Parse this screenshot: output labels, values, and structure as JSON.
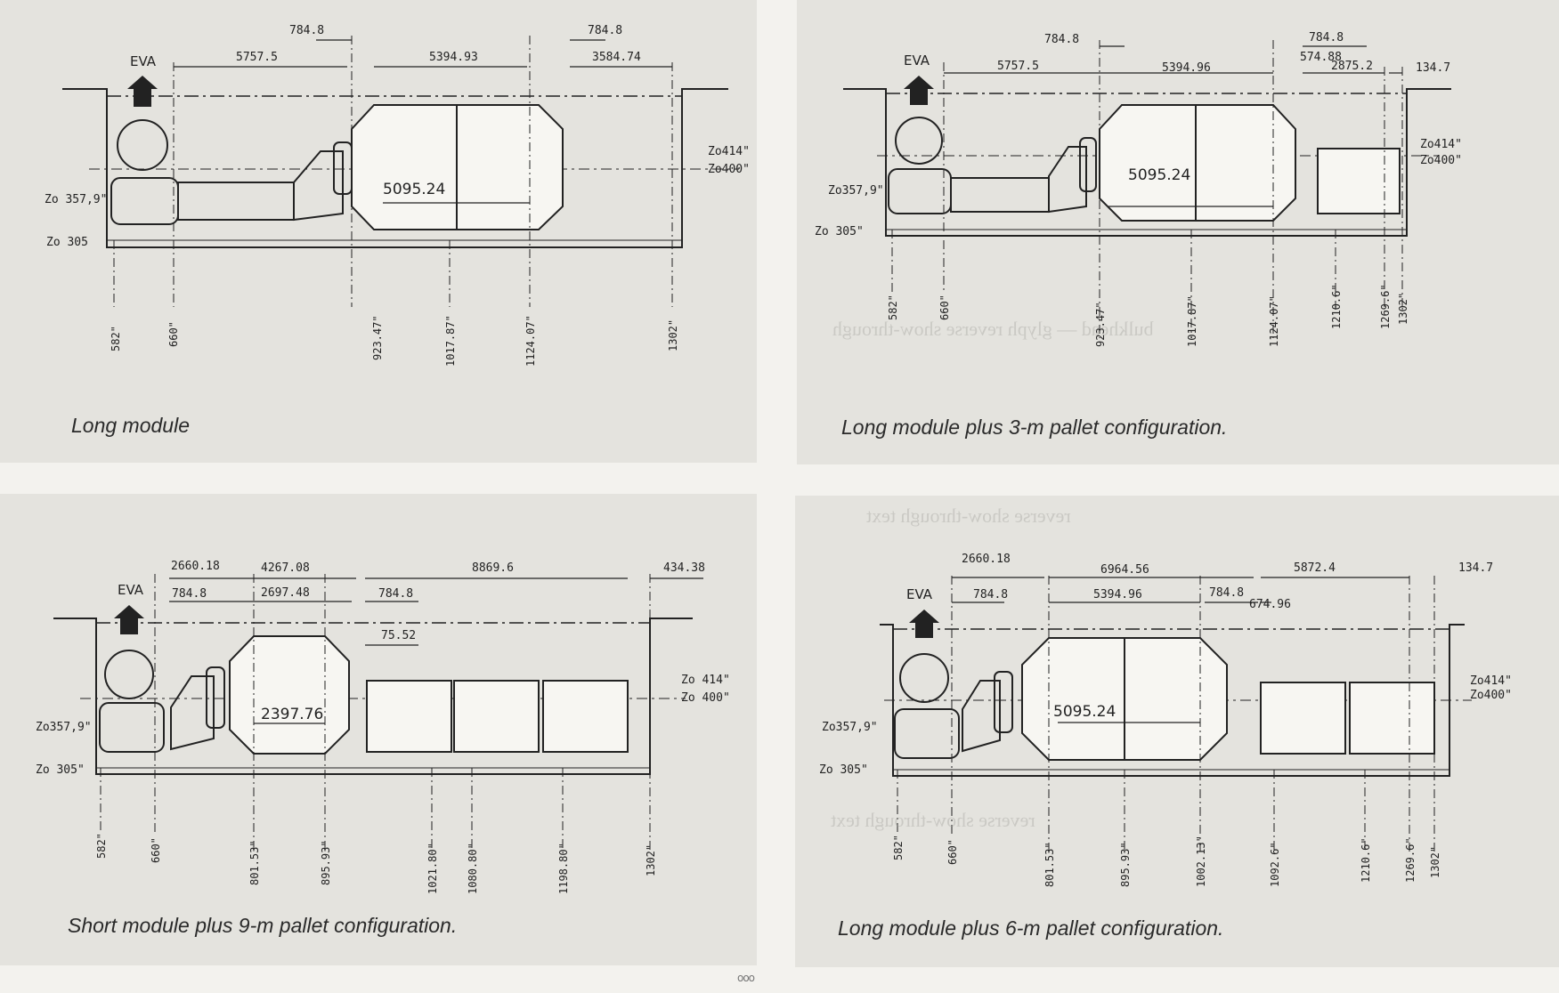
{
  "colors": {
    "panel": "#e4e3de",
    "page": "#f3f2ee",
    "ink": "#222222"
  },
  "panels": {
    "tl": {
      "caption": "Long module",
      "eva": "EVA",
      "top_dims": [
        "784.8",
        "784.8",
        "5757.5",
        "5394.93",
        "3584.74"
      ],
      "volume": "5095.24",
      "z_labels": [
        "Zo414\"",
        "Zo400\"",
        "Zo 357,9\"",
        "Zo 305"
      ],
      "x_stations": [
        "582\"",
        "660\"",
        "923.47\"",
        "1017.87\"",
        "1124.07\"",
        "1302\""
      ]
    },
    "tr": {
      "caption": "Long module plus 3-m pallet configuration.",
      "eva": "EVA",
      "top_dims": [
        "784.8",
        "784.8",
        "574.88",
        "5757.5",
        "5394.96",
        "2875.2",
        "134.7"
      ],
      "volume": "5095.24",
      "z_labels": [
        "Zo414\"",
        "Zo400\"",
        "Zo357,9\"",
        "Zo 305\""
      ],
      "x_stations": [
        "582\"",
        "660\"",
        "923.47\"",
        "1017.87\"",
        "1124.07\"",
        "1210.6\"",
        "1269.6\"",
        "1302\""
      ]
    },
    "bl": {
      "caption": "Short module plus 9-m pallet configuration.",
      "eva": "EVA",
      "top_dims": [
        "2660.18",
        "4267.08",
        "8869.6",
        "434.38",
        "784.8",
        "2697.48",
        "784.8",
        "75.52"
      ],
      "volume": "2397.76",
      "z_labels": [
        "Zo 414\"",
        "Zo 400\"",
        "Zo357,9\"",
        "Zo 305\""
      ],
      "x_stations": [
        "582\"",
        "660\"",
        "801.53\"",
        "895.93\"",
        "1021.80\"",
        "1080.80\"",
        "1198.80\"",
        "1302\""
      ]
    },
    "br": {
      "caption": "Long module plus 6-m pallet configuration.",
      "eva": "EVA",
      "top_dims": [
        "2660.18",
        "6964.56",
        "5872.4",
        "134.7",
        "784.8",
        "5394.96",
        "784.8",
        "674.96"
      ],
      "volume": "5095.24",
      "z_labels": [
        "Zo414\"",
        "Zo400\"",
        "Zo357,9\"",
        "Zo 305\""
      ],
      "x_stations": [
        "582\"",
        "660\"",
        "801.53\"",
        "895.93\"",
        "1002.13\"",
        "1092.6\"",
        "1210.6\"",
        "1269.6\"",
        "1302\""
      ]
    }
  },
  "folio": "ooo"
}
